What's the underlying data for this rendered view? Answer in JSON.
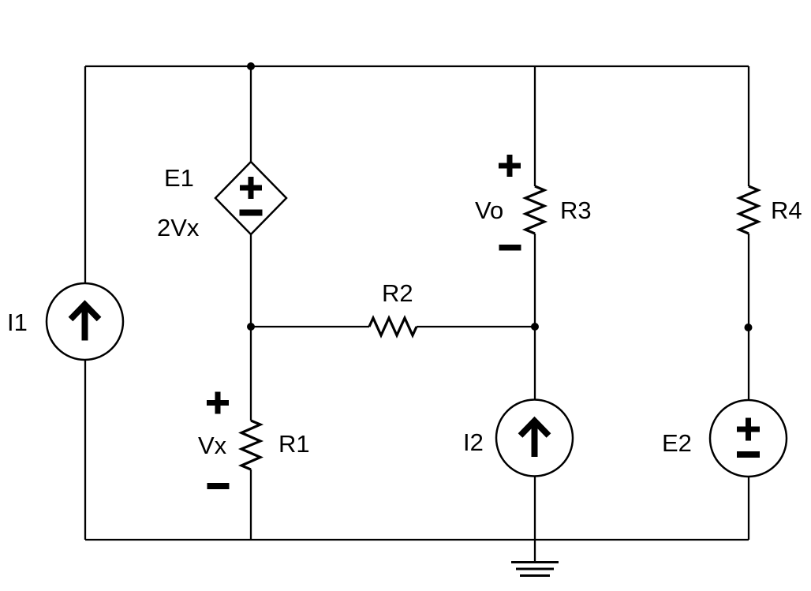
{
  "diagram": {
    "kind": "circuit-schematic",
    "background": "#ffffff",
    "ink": "#000000"
  },
  "components": {
    "i1": {
      "label": "I1",
      "type": "independent current source",
      "symbol": "circle-up-arrow"
    },
    "e1": {
      "label": "E1",
      "gain": "2Vx",
      "type": "dependent voltage source",
      "symbol": "diamond-plus-minus",
      "polarity_top": "+",
      "polarity_bottom": "−"
    },
    "r1": {
      "label": "R1",
      "type": "resistor",
      "voltage_name": "Vx",
      "voltage_plus": "+",
      "voltage_minus": "−"
    },
    "r2": {
      "label": "R2",
      "type": "resistor"
    },
    "r3": {
      "label": "R3",
      "type": "resistor",
      "voltage_name": "Vo",
      "voltage_plus": "+",
      "voltage_minus": "−"
    },
    "r4": {
      "label": "R4",
      "type": "resistor"
    },
    "i2": {
      "label": "I2",
      "type": "independent current source",
      "symbol": "circle-up-arrow"
    },
    "e2": {
      "label": "E2",
      "type": "independent voltage source",
      "symbol": "circle-plus-minus",
      "polarity_top": "+",
      "polarity_bottom": "−"
    },
    "ground": {
      "type": "earth ground",
      "symbol": "three-bar-ground"
    }
  }
}
